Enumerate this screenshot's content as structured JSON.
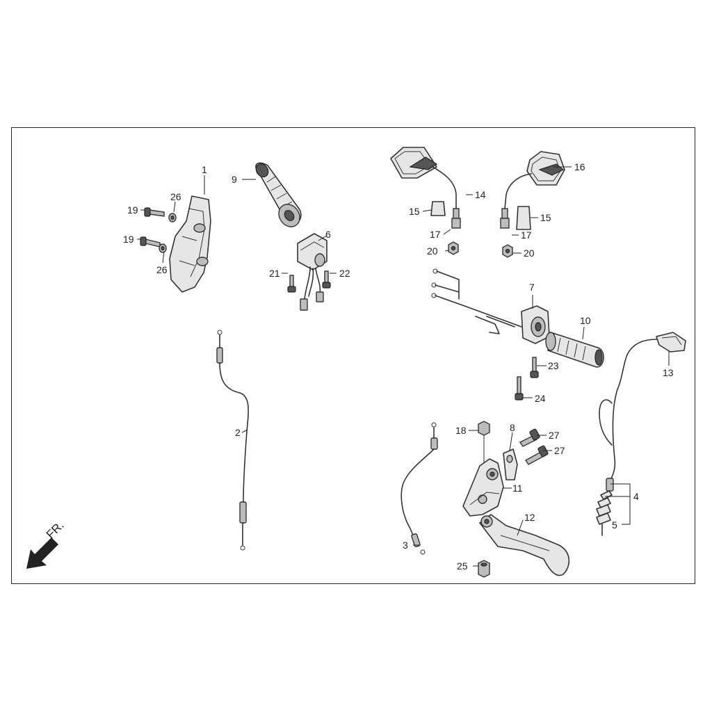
{
  "diagram": {
    "direction_label": "FR.",
    "arrow_icon": "front-direction-arrow-icon",
    "labels": {
      "l1": "1",
      "l2": "2",
      "l3": "3",
      "l4": "4",
      "l5": "5",
      "l6": "6",
      "l7": "7",
      "l8": "8",
      "l9": "9",
      "l10": "10",
      "l11": "11",
      "l12": "12",
      "l13": "13",
      "l14": "14",
      "l15a": "15",
      "l15b": "15",
      "l16": "16",
      "l17a": "17",
      "l17b": "17",
      "l18": "18",
      "l19a": "19",
      "l19b": "19",
      "l20a": "20",
      "l20b": "20",
      "l21": "21",
      "l22": "22",
      "l23": "23",
      "l24": "24",
      "l25": "25",
      "l26a": "26",
      "l26b": "26",
      "l27a": "27",
      "l27b": "27"
    }
  }
}
